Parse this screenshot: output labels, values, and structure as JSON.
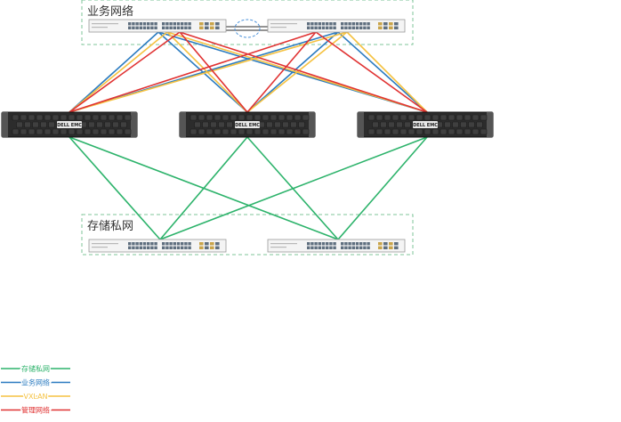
{
  "groups": {
    "business": {
      "label": "业务网络"
    },
    "storage": {
      "label": "存储私网"
    }
  },
  "server_badge": "DELL EMC",
  "colors": {
    "storage": "#2db36b",
    "business": "#2b7bc0",
    "vxlan": "#f5c242",
    "management": "#e03232",
    "dashed_border": "#7fc49a",
    "stack_link": "#4a90d9"
  },
  "legend": [
    {
      "key": "storage",
      "label": "存储私网"
    },
    {
      "key": "business",
      "label": "业务网络"
    },
    {
      "key": "vxlan",
      "label": "VXLAN"
    },
    {
      "key": "management",
      "label": "管理网络"
    }
  ],
  "nodes": {
    "business_switches": [
      "bsw-1",
      "bsw-2"
    ],
    "servers": [
      "srv-1",
      "srv-2",
      "srv-3"
    ],
    "storage_switches": [
      "ssw-1",
      "ssw-2"
    ]
  },
  "links": [
    {
      "type": "business",
      "from": "bsw-1",
      "to": "srv-1"
    },
    {
      "type": "business",
      "from": "bsw-1",
      "to": "srv-2"
    },
    {
      "type": "business",
      "from": "bsw-1",
      "to": "srv-3"
    },
    {
      "type": "business",
      "from": "bsw-2",
      "to": "srv-1"
    },
    {
      "type": "business",
      "from": "bsw-2",
      "to": "srv-2"
    },
    {
      "type": "business",
      "from": "bsw-2",
      "to": "srv-3"
    },
    {
      "type": "vxlan",
      "from": "bsw-1",
      "to": "srv-1"
    },
    {
      "type": "vxlan",
      "from": "bsw-1",
      "to": "srv-2"
    },
    {
      "type": "vxlan",
      "from": "bsw-1",
      "to": "srv-3"
    },
    {
      "type": "vxlan",
      "from": "bsw-2",
      "to": "srv-1"
    },
    {
      "type": "vxlan",
      "from": "bsw-2",
      "to": "srv-2"
    },
    {
      "type": "vxlan",
      "from": "bsw-2",
      "to": "srv-3"
    },
    {
      "type": "management",
      "from": "bsw-1",
      "to": "srv-1"
    },
    {
      "type": "management",
      "from": "bsw-1",
      "to": "srv-2"
    },
    {
      "type": "management",
      "from": "bsw-1",
      "to": "srv-3"
    },
    {
      "type": "management",
      "from": "bsw-2",
      "to": "srv-1"
    },
    {
      "type": "management",
      "from": "bsw-2",
      "to": "srv-2"
    },
    {
      "type": "management",
      "from": "bsw-2",
      "to": "srv-3"
    },
    {
      "type": "storage",
      "from": "srv-1",
      "to": "ssw-1"
    },
    {
      "type": "storage",
      "from": "srv-1",
      "to": "ssw-2"
    },
    {
      "type": "storage",
      "from": "srv-2",
      "to": "ssw-1"
    },
    {
      "type": "storage",
      "from": "srv-2",
      "to": "ssw-2"
    },
    {
      "type": "storage",
      "from": "srv-3",
      "to": "ssw-1"
    },
    {
      "type": "storage",
      "from": "srv-3",
      "to": "ssw-2"
    }
  ]
}
